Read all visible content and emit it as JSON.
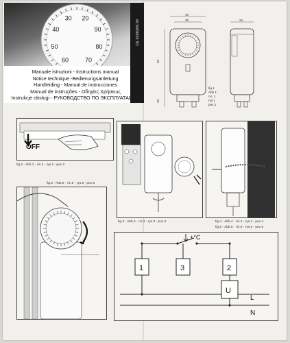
{
  "dial": {
    "numbers": [
      "60",
      "50",
      "40",
      "30",
      "20",
      "90",
      "80",
      "70"
    ]
  },
  "manuals": [
    "Manuale istruzioni - Instructions manual",
    "Notice technique -Bedienungsanleitung",
    "Handleiding - Manual de instrucciones",
    "Manual de instruções - Οδηγίες Χρήσεως",
    "Instrukcje obsługi - РУКОВОДСТВО ПО ЭКСПЛУАТАЦИИ"
  ],
  "vertical_code": "CE 0200209.00",
  "fig1": {
    "caption": [
      "fig.1",
      "Abb.1",
      "гіл. 1",
      "rys.1",
      "рис.1"
    ],
    "dims": {
      "width_total": "46",
      "width_dial": "38",
      "height": "89",
      "lower": "33",
      "side": "34"
    }
  },
  "fig2": {
    "off_label": "OFF",
    "caption": "fig.2 - Abb.2 - гіл.2 - rys.2 - рис.2"
  },
  "fig3": {
    "caption": "fig.3 - Abb.3 - гіл.3 - rys.3 - рис.3"
  },
  "fig4": {
    "caption": "fig.4 - Abb.4 - гіл.4 - rys.4 - рис.4"
  },
  "fig5": {
    "caption": "fig.5 - Abb.5 - гіл.5 - rys.5 - рис.5"
  },
  "fig6": {
    "caption": "fig.6 - Abb.6 - гіл.6 - rys.6 - рис.6"
  },
  "wiring": {
    "terminal_1": "1",
    "terminal_2": "2",
    "terminal_3": "3",
    "load": "U",
    "temp_label": "+°C",
    "line": "L",
    "neutral": "N"
  }
}
